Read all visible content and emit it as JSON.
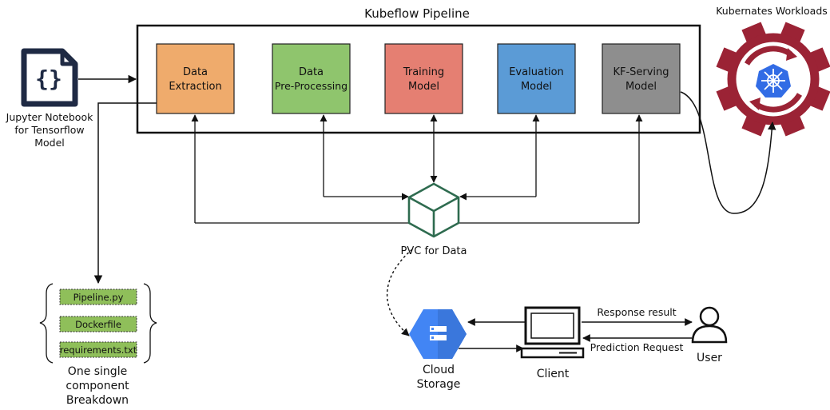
{
  "pipeline": {
    "title": "Kubeflow Pipeline",
    "stages": [
      {
        "line1": "Data",
        "line2": "Extraction",
        "color": "#efab6c"
      },
      {
        "line1": "Data",
        "line2": "Pre-Processing",
        "color": "#8fc56d"
      },
      {
        "line1": "Training",
        "line2": "Model",
        "color": "#e57f72"
      },
      {
        "line1": "Evaluation",
        "line2": "Model",
        "color": "#5b9bd6"
      },
      {
        "line1": "KF-Serving",
        "line2": "Model",
        "color": "#8e8e8e"
      }
    ]
  },
  "notebook": {
    "icon": "curly-braces-file-icon",
    "line1": "Jupyter Notebook",
    "line2": "for Tensorflow",
    "line3": "Model"
  },
  "kubernetes": {
    "title": "Kubernates Workloads",
    "gear_color": "#9b2335",
    "wheel_color": "#326ce5"
  },
  "pvc": {
    "label": "PVC for Data",
    "color": "#2e6b4f"
  },
  "components": {
    "files": [
      "Pipeline.py",
      "Dockerfile",
      "requirements.txt"
    ],
    "file_color": "#8fbf5a",
    "caption_line1": "One single",
    "caption_line2": "component",
    "caption_line3": "Breakdown"
  },
  "storage": {
    "line1": "Cloud",
    "line2": "Storage",
    "color": "#4285f4"
  },
  "client": {
    "label": "Client"
  },
  "user": {
    "label": "User"
  },
  "flows": {
    "response": "Response result",
    "request": "Prediction Request"
  }
}
